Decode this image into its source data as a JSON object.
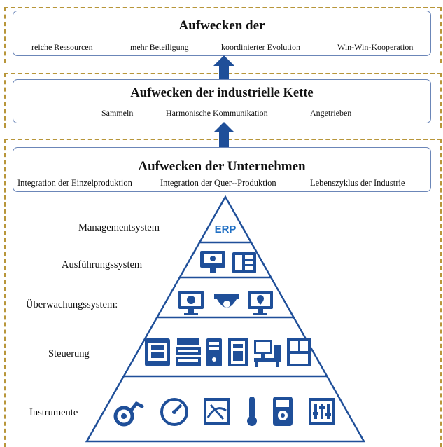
{
  "top": {
    "title": "Aufwecken der",
    "items": [
      "reiche Ressourcen",
      "mehr Beteiligung",
      "koordinierter Evolution",
      "Win-Win-Kooperation"
    ]
  },
  "middle": {
    "title": "Aufwecken der industrielle Kette",
    "items": [
      "Sammeln",
      "Harmonische Kommunikation",
      "Angetrieben"
    ]
  },
  "bottom": {
    "title": "Aufwecken der Unternehmen",
    "items": [
      "Integration der Einzelproduktion",
      "Integration der Quer--Produktion",
      "Lebenszyklus der Industrie"
    ]
  },
  "pyramid": {
    "levels": [
      {
        "label": "Managementsystem",
        "badge": "ERP",
        "icons": []
      },
      {
        "label": "Ausführungssystem",
        "icons": [
          "kiosk-terminal-icon",
          "control-panel-icon"
        ]
      },
      {
        "label": "Überwachungssystem:",
        "icons": [
          "monitor-camera-icon",
          "dome-camera-icon",
          "location-monitor-icon"
        ]
      },
      {
        "label": "Steuerung",
        "icons": [
          "server-rack-icon",
          "printer-stack-icon",
          "tower-pc-icon",
          "cabinet-icon",
          "workstation-icon",
          "panel-grid-icon"
        ]
      },
      {
        "label": "Instrumente",
        "icons": [
          "flow-meter-icon",
          "gauge-icon",
          "analog-meter-icon",
          "thermometer-icon",
          "multimeter-icon",
          "equalizer-icon"
        ]
      }
    ]
  },
  "colors": {
    "accent": "#1f4f99",
    "border": "#6b86b8",
    "dash": "#b8963a"
  }
}
